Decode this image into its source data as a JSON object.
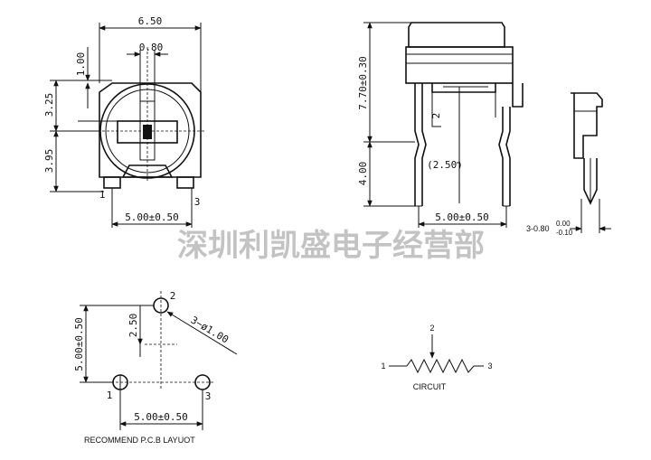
{
  "watermark": "深圳利凯盛电子经营部",
  "top_view": {
    "dims": {
      "width": "6.50",
      "slot": "0.80",
      "top": "1.00",
      "upper": "3.25",
      "lower": "3.95",
      "pitch": "5.00±0.50"
    },
    "pins": {
      "p1": "1",
      "p3": "3"
    }
  },
  "side_view": {
    "dims": {
      "height": "7.70±0.30",
      "lead": "4.00",
      "offset": "(2.50)",
      "pitch": "5.00±0.50"
    },
    "pins": {
      "p2": "2"
    }
  },
  "end_view": {
    "lead_dim": "3-0.80",
    "tol_upper": "0.00",
    "tol_lower": "-0.10"
  },
  "pcb_layout": {
    "title": "RECOMMEND P.C.B LAYUOT",
    "dims": {
      "height": "5.00±0.50",
      "half": "2.50",
      "hole": "3−ø1.00",
      "pitch": "5.00±0.50"
    },
    "pins": {
      "p1": "1",
      "p2": "2",
      "p3": "3"
    }
  },
  "circuit": {
    "title": "CIRCUIT",
    "pins": {
      "p1": "1",
      "p2": "2",
      "p3": "3"
    }
  }
}
